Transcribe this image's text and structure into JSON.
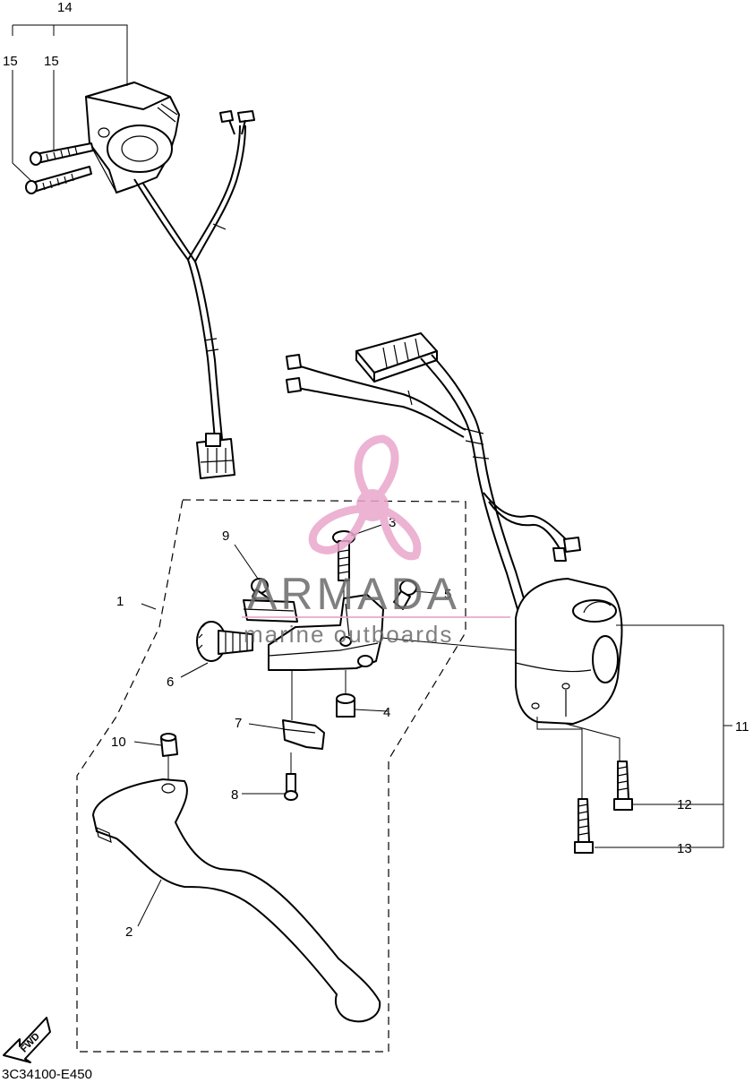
{
  "callouts": {
    "c1": "1",
    "c2": "2",
    "c3": "3",
    "c4": "4",
    "c5": "5",
    "c6": "6",
    "c7": "7",
    "c8": "8",
    "c9": "9",
    "c10": "10",
    "c11": "11",
    "c12": "12",
    "c13": "13",
    "c14": "14",
    "c15a": "15",
    "c15b": "15"
  },
  "diagram_code": "3C34100-E450",
  "fwd_label": "FWD",
  "watermark": {
    "brand": "ARMADA",
    "tagline": "marine outboards",
    "logo_color": "#e9a6cc",
    "text_color": "#6b6b6b"
  }
}
